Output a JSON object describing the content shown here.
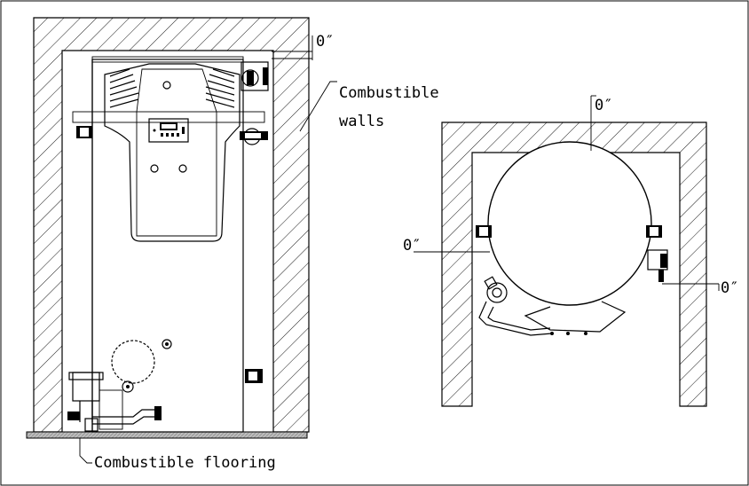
{
  "labels": {
    "top_clearance": "0″",
    "combustible_walls_line1": "Combustible",
    "combustible_walls_line2": "walls",
    "combustible_flooring": "Combustible flooring",
    "plan_top_clearance": "0″",
    "plan_left_clearance": "0″",
    "plan_right_clearance": "0″"
  },
  "colors": {
    "line": "#000000",
    "background": "#ffffff"
  }
}
